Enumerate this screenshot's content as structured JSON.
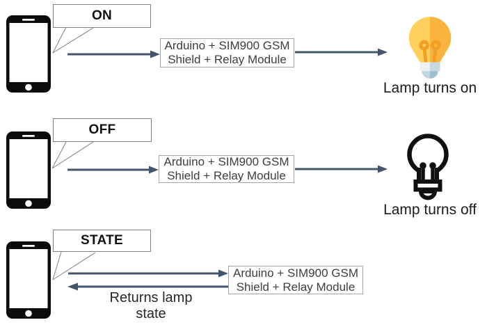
{
  "colors": {
    "arrow": "#44546A",
    "box_border": "#A6A6A6",
    "bubble_border": "#7F7F7F",
    "phone": "#0B0B0B",
    "bulb_on_left": "#FFD15C",
    "bulb_on_right": "#F9B43F",
    "filament": "#F2A024",
    "base_left": "#EDF1F3",
    "base_right": "#C9D9E2",
    "cap_left": "#BFD7E2",
    "cap_right": "#9FBFCE"
  },
  "rows": [
    {
      "command": "ON",
      "box": {
        "line1": "Arduino + SIM900 GSM",
        "line2": "Shield + Relay Module"
      },
      "result": "Lamp turns on",
      "icons": [
        "smartphone-icon",
        "lightbulb-on-icon"
      ]
    },
    {
      "command": "OFF",
      "box": {
        "line1": "Arduino + SIM900 GSM",
        "line2": "Shield + Relay Module"
      },
      "result": "Lamp turns off",
      "icons": [
        "smartphone-icon",
        "lightbulb-off-icon"
      ]
    },
    {
      "command": "STATE",
      "box": {
        "line1": "Arduino + SIM900 GSM",
        "line2": "Shield + Relay Module"
      },
      "return_label": "Returns lamp state",
      "icons": [
        "smartphone-icon"
      ]
    }
  ]
}
